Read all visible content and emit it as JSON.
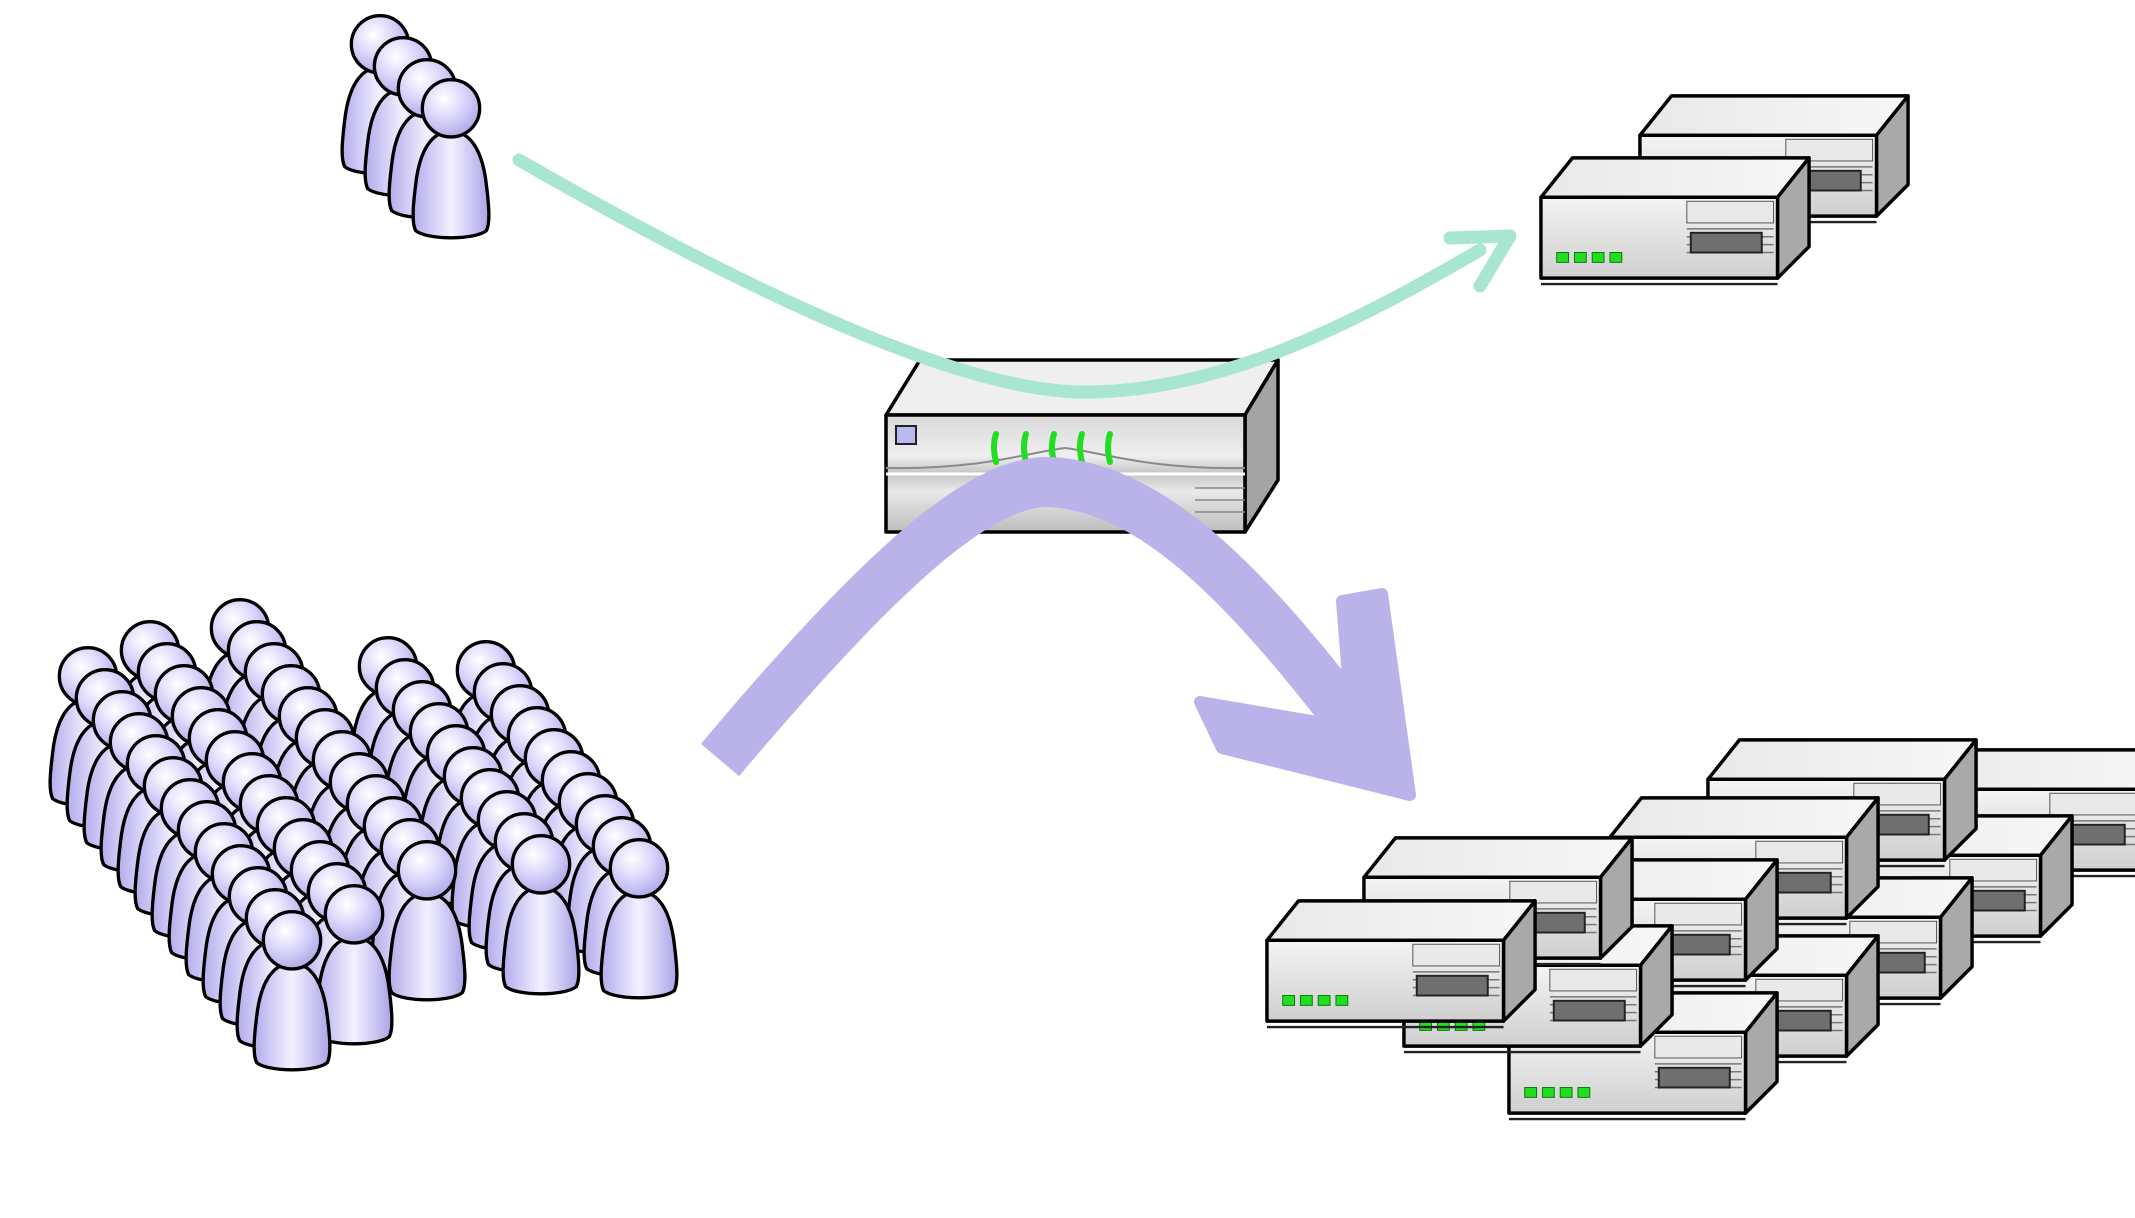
{
  "diagram": {
    "description_text": "",
    "colors": {
      "background": "#ffffff",
      "person_fill": "#c9c4f2",
      "person_light": "#f1efff",
      "light_flow_arrow": "#a9e6cf",
      "heavy_flow_arrow": "#b9b3ea",
      "device_body": "#dadada",
      "device_panel": "#f2f2f2",
      "status_led": "#22dd22"
    },
    "nodes": [
      {
        "id": "small-user-group",
        "icon": "people-icon",
        "count": 4
      },
      {
        "id": "large-user-crowd",
        "icon": "people-icon",
        "count": 60
      },
      {
        "id": "load-balancer",
        "icon": "network-switch-icon"
      },
      {
        "id": "small-server-pool",
        "icon": "server-icon",
        "count": 2
      },
      {
        "id": "large-server-pool",
        "icon": "server-icon",
        "count": 11
      }
    ],
    "edges": [
      {
        "from": "small-user-group",
        "to": "small-server-pool",
        "weight": "light",
        "color": "#a9e6cf"
      },
      {
        "from": "large-user-crowd",
        "to": "large-server-pool",
        "weight": "heavy",
        "color": "#b9b3ea"
      }
    ]
  }
}
